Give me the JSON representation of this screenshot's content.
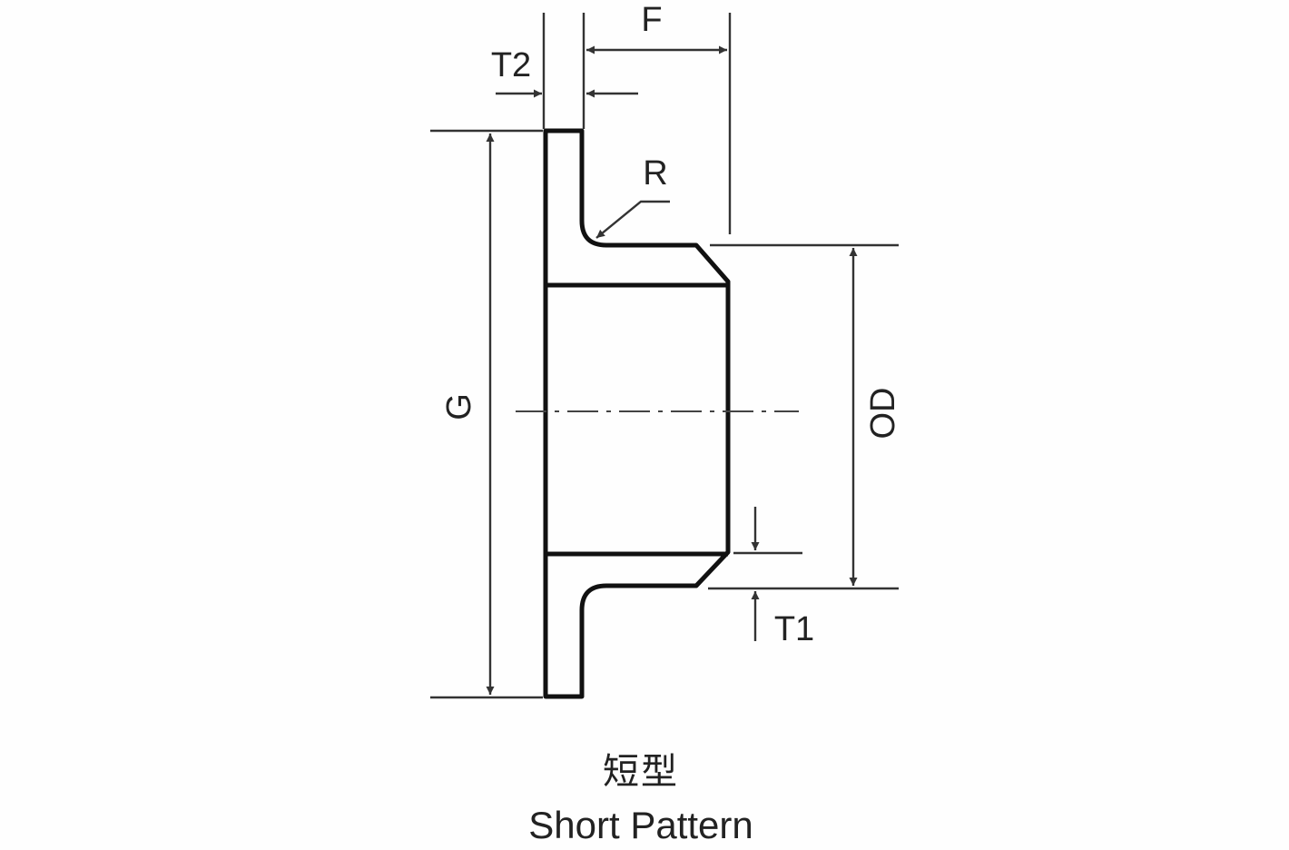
{
  "diagram": {
    "labels": {
      "f": "F",
      "t2": "T2",
      "r": "R",
      "g": "G",
      "od": "OD",
      "t1": "T1"
    },
    "caption_cn": "短型",
    "caption_en": "Short Pattern"
  },
  "colors": {
    "background": "#fefefe",
    "outline": "#111111",
    "dimension": "#333333",
    "text": "#222222"
  }
}
